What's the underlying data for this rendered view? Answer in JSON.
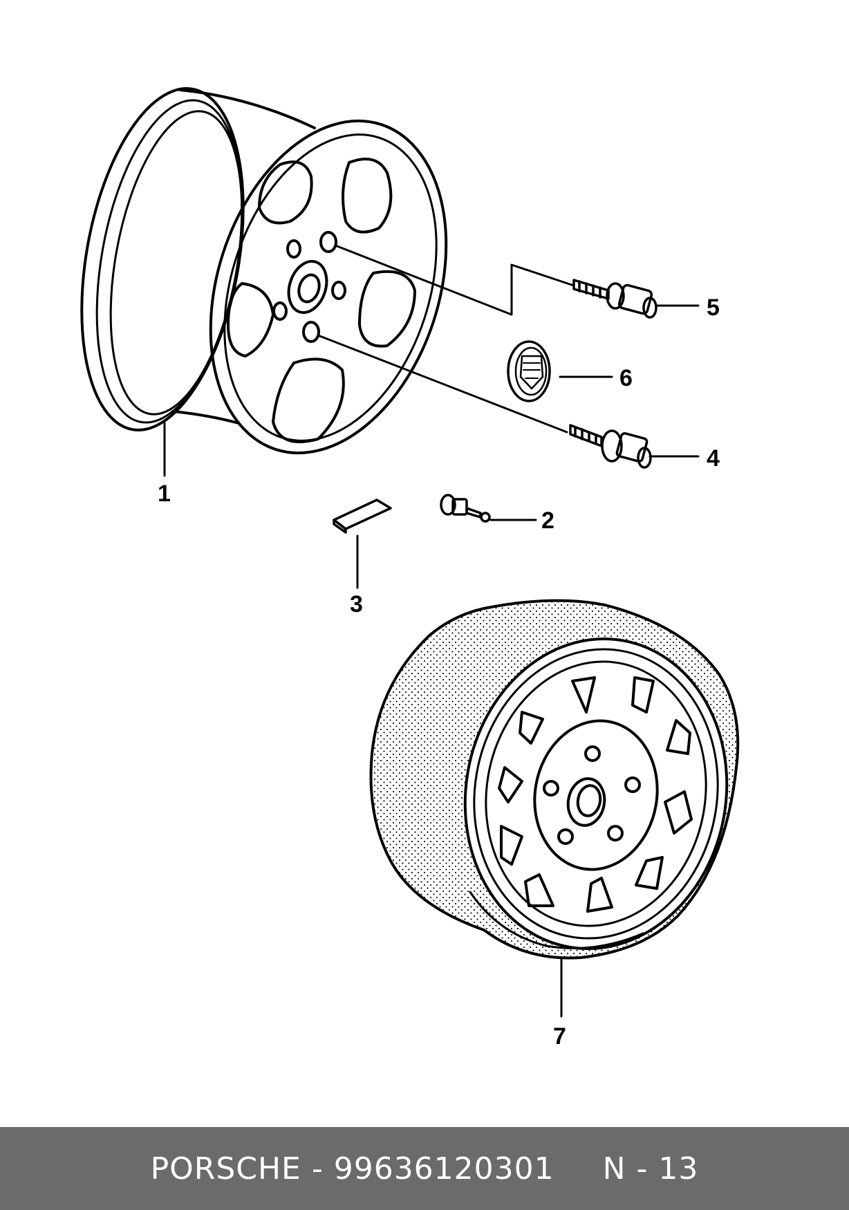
{
  "diagram": {
    "callouts": [
      "1",
      "2",
      "3",
      "4",
      "5",
      "6",
      "7"
    ]
  },
  "footer": {
    "part_caption": "PORSCHE - 99636120301",
    "page_ref": "N - 13"
  }
}
